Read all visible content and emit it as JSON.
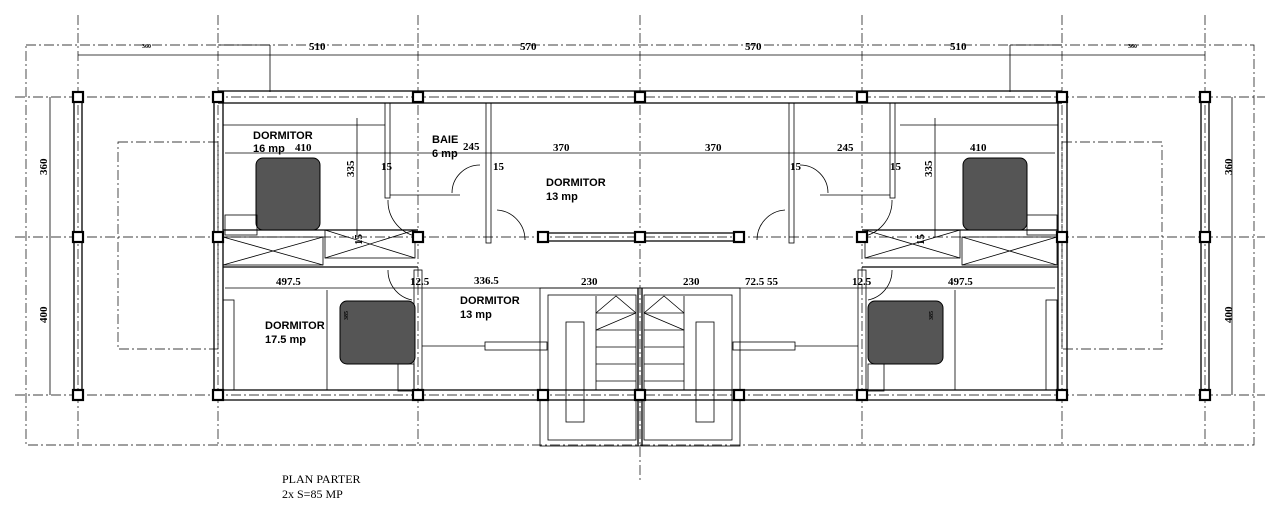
{
  "title": {
    "line1": "PLAN PARTER",
    "line2": "2x S=85 MP"
  },
  "top_dims": [
    "360",
    "510",
    "570",
    "570",
    "510",
    "360"
  ],
  "side_dims": {
    "left": [
      "360",
      "400"
    ],
    "right": [
      "360",
      "400"
    ]
  },
  "rooms": {
    "dorm_tl": {
      "name": "DORMITOR",
      "area": "16 mp"
    },
    "baie": {
      "name": "BAIE",
      "area": "6 mp"
    },
    "dorm_c": {
      "name": "DORMITOR",
      "area": "13 mp"
    },
    "dorm_bc": {
      "name": "DORMITOR",
      "area": "13 mp"
    },
    "dorm_bl": {
      "name": "DORMITOR",
      "area": "17.5 mp"
    }
  },
  "inner_dims": {
    "r1": [
      "410",
      "245",
      "370",
      "370",
      "245",
      "410"
    ],
    "h335": [
      "335",
      "335"
    ],
    "w15": [
      "15",
      "15",
      "15",
      "15",
      "15",
      "15"
    ],
    "r2": [
      "497.5",
      "12.5",
      "336.5",
      "230",
      "230",
      "72.5 55",
      "12.5",
      "497.5"
    ],
    "h385": [
      "385",
      "385"
    ]
  }
}
